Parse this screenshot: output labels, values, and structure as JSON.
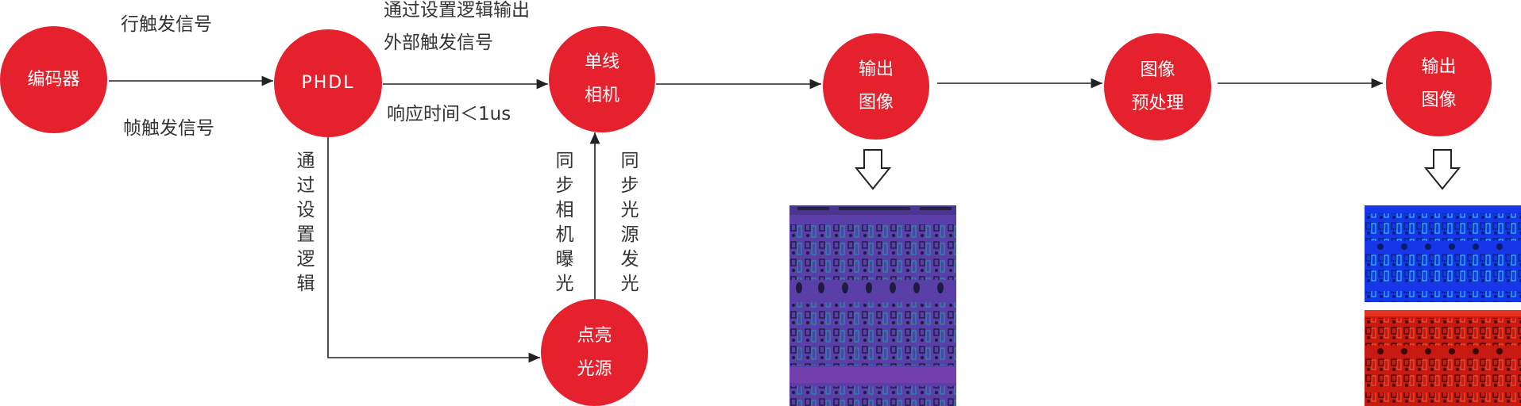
{
  "nodes": {
    "encoder": "编码器",
    "phdl": "PHDL",
    "camera": [
      "单线",
      "相机"
    ],
    "output1": [
      "输出",
      "图像"
    ],
    "preprocess": [
      "图像",
      "预处理"
    ],
    "output2": [
      "输出",
      "图像"
    ],
    "light": [
      "点亮",
      "光源"
    ]
  },
  "labels": {
    "line_trigger": "行触发信号",
    "frame_trigger": "帧触发信号",
    "logic_output": [
      "通过设置逻辑输出",
      "外部触发信号"
    ],
    "response_time": "响应时间＜1us",
    "set_logic_vertical": "通过设置逻辑",
    "sync_exposure_vertical": "同步相机曝光",
    "sync_light_vertical": "同步光源发光"
  },
  "colors": {
    "node_fill": "#e4212d",
    "node_text": "#ffffff",
    "line": "#222222",
    "text": "#333333",
    "thumb_purple": "#5a3fa8",
    "thumb_blue": "#1636e8",
    "thumb_red": "#c81a10"
  },
  "images": {
    "output1_thumbnail": "purple-circuit-board-image",
    "output2_thumbnail_top": "blue-circuit-board-image",
    "output2_thumbnail_bottom": "red-circuit-board-image"
  }
}
